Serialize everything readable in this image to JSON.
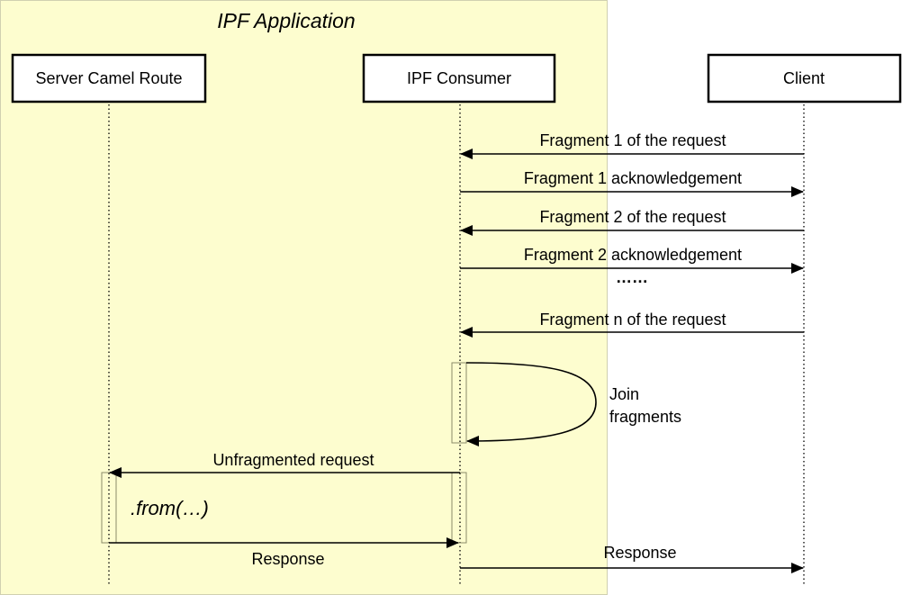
{
  "diagram": {
    "frame_title": "IPF Application",
    "colors": {
      "frame_fill": "#fdfdcf",
      "frame_border": "#d0d0b0",
      "line": "#000000",
      "participant_fill": "#ffffff"
    },
    "participants": [
      {
        "id": "server",
        "label": "Server Camel Route"
      },
      {
        "id": "consumer",
        "label": "IPF Consumer"
      },
      {
        "id": "client",
        "label": "Client"
      }
    ],
    "messages": [
      {
        "from": "client",
        "to": "consumer",
        "label": "Fragment 1 of the request"
      },
      {
        "from": "consumer",
        "to": "client",
        "label": "Fragment 1 acknowledgement"
      },
      {
        "from": "client",
        "to": "consumer",
        "label": "Fragment 2 of the request"
      },
      {
        "from": "consumer",
        "to": "client",
        "label": "Fragment 2 acknowledgement"
      },
      {
        "from": "client",
        "to": "consumer",
        "label": "Fragment n of the request"
      },
      {
        "from": "consumer",
        "to": "server",
        "label": "Unfragmented request"
      },
      {
        "from": "server",
        "to": "consumer",
        "label": "Response"
      },
      {
        "from": "consumer",
        "to": "client",
        "label": "Response"
      }
    ],
    "ellipsis": "……",
    "self_message": {
      "participant": "consumer",
      "line1": "Join",
      "line2": "fragments"
    },
    "activation_note": ".from(…)"
  }
}
